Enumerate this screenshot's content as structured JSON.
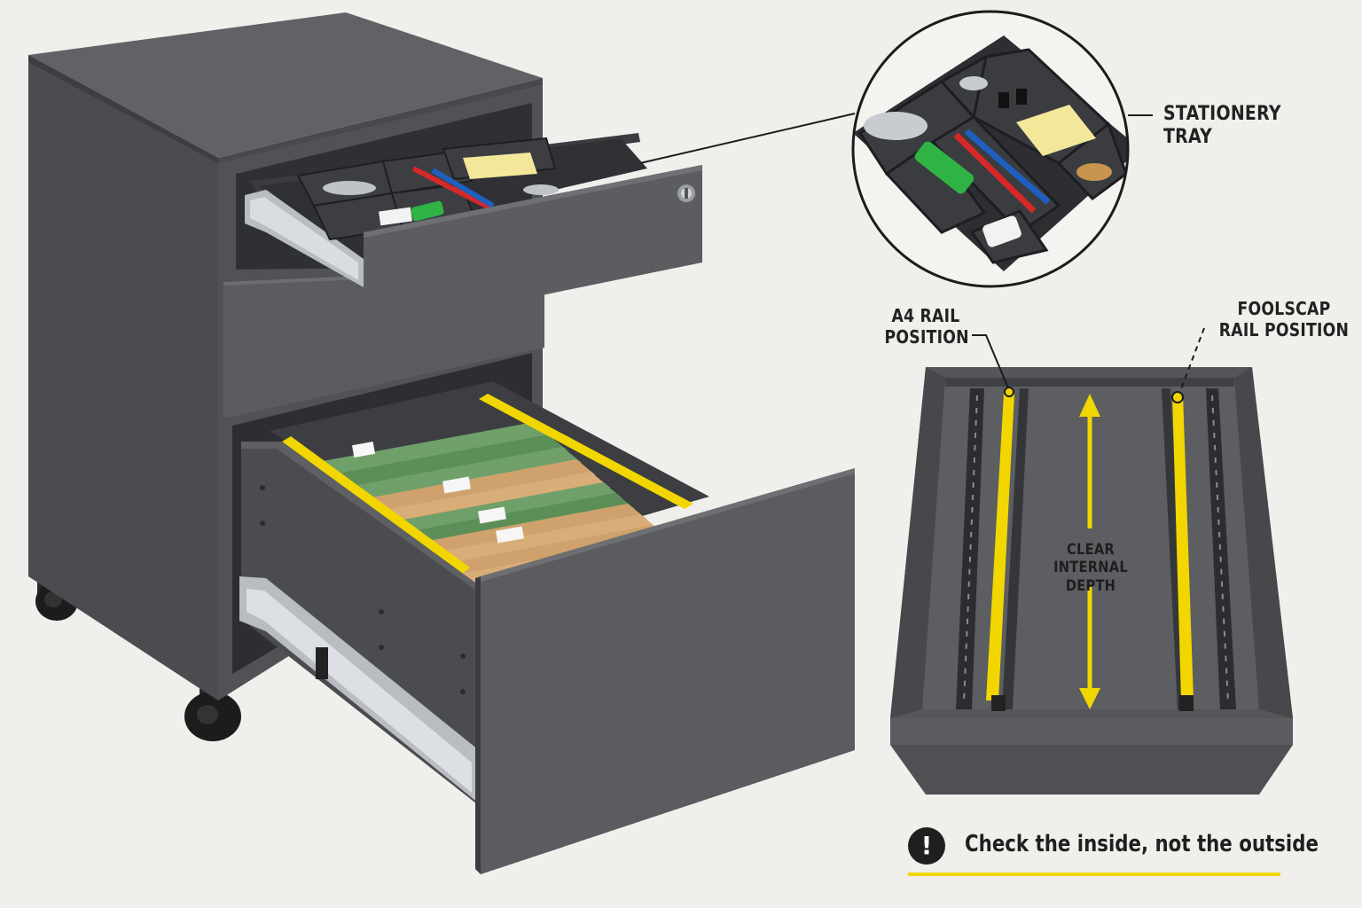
{
  "callouts": {
    "stationery_tray": "STATIONERY TRAY",
    "a4_rail": [
      "A4 RAIL",
      "POSITION"
    ],
    "foolscap_rail": [
      "FOOLSCAP",
      "RAIL POSITION"
    ],
    "clear_depth": [
      "CLEAR",
      "INTERNAL DEPTH"
    ]
  },
  "warning": {
    "icon": "exclamation-icon",
    "text": "Check the inside, not the outside"
  },
  "colors": {
    "cabinet": "#55575b",
    "rail_yellow": "#f2d600",
    "background": "#f0efeb"
  }
}
